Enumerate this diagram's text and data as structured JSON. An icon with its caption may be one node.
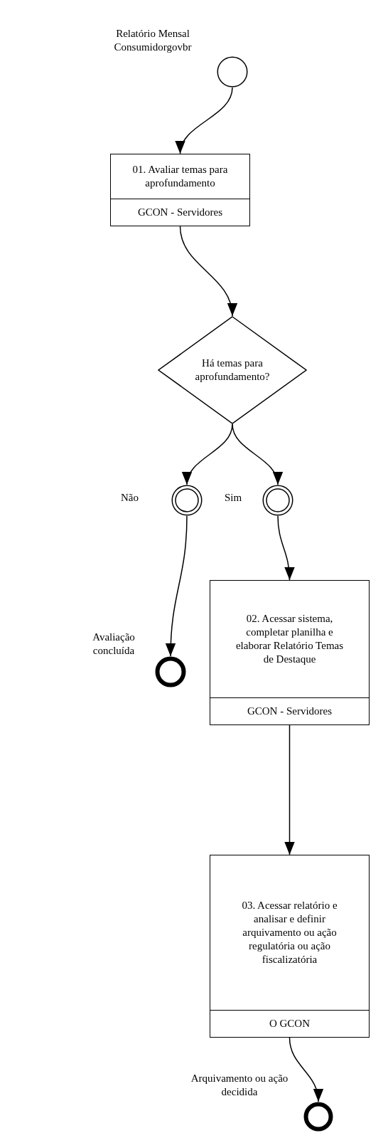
{
  "diagram": {
    "nodes": [
      {
        "text": [
          "Relatório Mensal Consumidorgovbr"
        ]
      },
      {
        "text": [
          "01. Avaliar temas para aprofundamento",
          "GCON - Servidores"
        ]
      },
      {
        "text": [
          "Há temas para aprofundamento?"
        ]
      },
      {
        "text": [],
        "shape": "circle"
      },
      {
        "text": [],
        "shape": "circle"
      },
      {
        "text": [
          "Avaliação concluída"
        ]
      },
      {
        "text": [
          "02. Acessar sistema, completar planilha e elaborar Relatório Temas de Destaque",
          "GCON - Servidores"
        ]
      },
      {
        "text": [
          "03. Acessar relatório e analisar e definir arquivamento ou ação regulatória ou ação fiscalizatória",
          "O GCON"
        ]
      },
      {
        "text": [
          "Arquivamento ou ação decidida"
        ]
      }
    ],
    "edges": [
      {
        "from": 0,
        "to": 1,
        "arrow": "to"
      },
      {
        "from": 1,
        "to": 2,
        "arrow": "to"
      },
      {
        "from": 2,
        "to": 3,
        "arrow": "to",
        "label": "Não"
      },
      {
        "from": 2,
        "to": 4,
        "arrow": "to",
        "label": "Sim"
      },
      {
        "from": 3,
        "to": 5,
        "arrow": "to"
      },
      {
        "from": 4,
        "to": 6,
        "arrow": "to"
      },
      {
        "from": 6,
        "to": 7,
        "arrow": "to"
      },
      {
        "from": 7,
        "to": 8,
        "arrow": "to"
      }
    ]
  }
}
